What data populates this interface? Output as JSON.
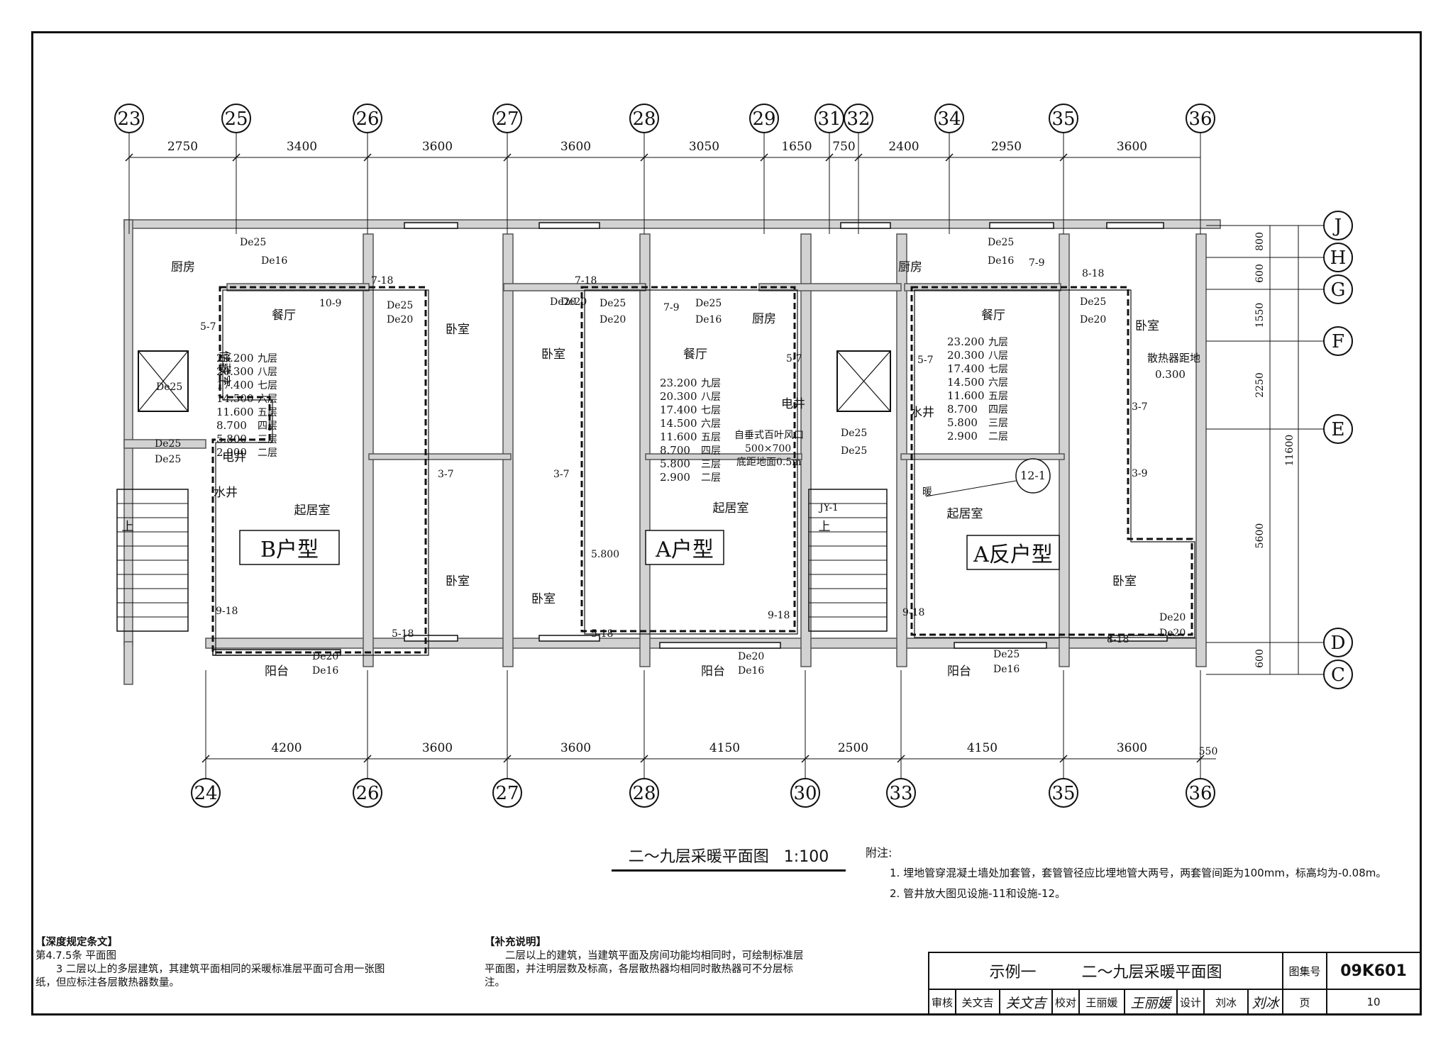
{
  "drawing": {
    "title": "二～九层采暖平面图",
    "scale": "1:100",
    "grid_top": [
      "23",
      "25",
      "26",
      "27",
      "28",
      "29",
      "31",
      "32",
      "34",
      "35",
      "36"
    ],
    "dims_top": [
      "2750",
      "3400",
      "3600",
      "3600",
      "3050",
      "1650",
      "750",
      "2400",
      "2950",
      "3600"
    ],
    "grid_bottom": [
      "24",
      "26",
      "27",
      "28",
      "30",
      "33",
      "35",
      "36"
    ],
    "dims_bottom": [
      "4200",
      "3600",
      "3600",
      "4150",
      "2500",
      "4150",
      "3600",
      "550"
    ],
    "grid_right": [
      "J",
      "H",
      "G",
      "F",
      "E",
      "D",
      "C"
    ],
    "dims_right": [
      "800",
      "600",
      "1550",
      "2250",
      "5600",
      "600"
    ],
    "dim_total_right": "11600",
    "units": [
      "B户型",
      "A户型",
      "A反户型"
    ],
    "rooms": {
      "kitchen": "厨房",
      "dining": "餐厅",
      "bedroom": "卧室",
      "living": "起居室",
      "balcony": "阳台",
      "storage": "储藏室",
      "elec_shaft": "电井",
      "water_shaft": "水井",
      "up": "上"
    },
    "levels": [
      {
        "elev": "23.200",
        "floor": "九层"
      },
      {
        "elev": "20.300",
        "floor": "八层"
      },
      {
        "elev": "17.400",
        "floor": "七层"
      },
      {
        "elev": "14.500",
        "floor": "六层"
      },
      {
        "elev": "11.600",
        "floor": "五层"
      },
      {
        "elev": "8.700",
        "floor": "四层"
      },
      {
        "elev": "5.800",
        "floor": "三层"
      },
      {
        "elev": "2.900",
        "floor": "二层"
      }
    ],
    "pipe_labels": {
      "de25": "De25",
      "de20": "De20",
      "de16": "De16",
      "r7_18": "7-18",
      "r10_9": "10-9",
      "r5_7": "5-7",
      "r3_7": "3-7",
      "r9_18": "9-18",
      "r5_18": "5-18",
      "r7_9": "7-9",
      "r8_18": "8-18",
      "r3_9": "3-9",
      "r12_1": "12-1",
      "jy1": "JY-1",
      "warm": "暖",
      "elev_5800": "5.800"
    },
    "notes_callouts": {
      "radiator_height": "散热器距地",
      "radiator_height_val": "0.300",
      "vent1": "自垂式百叶风口",
      "vent2": "500×700",
      "vent3": "底距地面0.5m"
    }
  },
  "attached_notes": {
    "heading": "附注:",
    "items": [
      "1. 埋地管穿混凝土墙处加套管，套管管径应比埋地管大两号，两套管间距为100mm，标高均为-0.08m。",
      "2. 管井放大图见设施-11和设施-12。"
    ]
  },
  "depth_rule": {
    "heading": "【深度规定条文】",
    "clause": "第4.7.5条 平面图",
    "text": "3 二层以上的多层建筑，其建筑平面相同的采暖标准层平面可合用一张图纸，但应标注各层散热器数量。"
  },
  "supplement": {
    "heading": "【补充说明】",
    "text": "二层以上的建筑，当建筑平面及房间功能均相同时，可绘制标准层平面图，并注明层数及标高，各层散热器均相同时散热器可不分层标注。"
  },
  "title_block": {
    "example": "示例一",
    "name": "二～九层采暖平面图",
    "atlas_label": "图集号",
    "atlas_no": "09K601",
    "review_label": "审核",
    "reviewer": "关文吉",
    "review_sign": "关文吉",
    "check_label": "校对",
    "checker": "王丽媛",
    "check_sign": "王丽媛",
    "design_label": "设计",
    "designer": "刘冰",
    "design_sign": "刘冰",
    "page_label": "页",
    "page_no": "10"
  }
}
